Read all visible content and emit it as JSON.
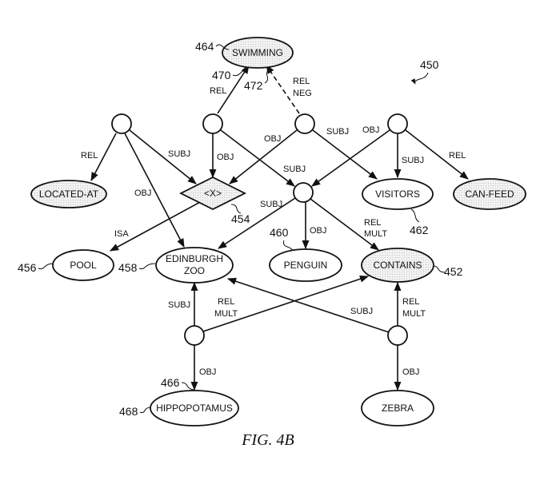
{
  "figure": {
    "caption": "FIG. 4B",
    "overall_ref": "450"
  },
  "colors": {
    "ink": "#111111",
    "shaded_fill": "#e8e8e8",
    "plain_fill": "#ffffff"
  },
  "concepts": {
    "swimming": {
      "label": "SWIMMING",
      "ref": "464",
      "shaded": true
    },
    "located_at": {
      "label": "LOCATED-AT",
      "shaded": true
    },
    "x": {
      "label": "<X>",
      "ref": "454",
      "shaded": true
    },
    "visitors": {
      "label": "VISITORS",
      "ref": "462",
      "shaded": false
    },
    "can_feed": {
      "label": "CAN-FEED",
      "shaded": true
    },
    "pool": {
      "label": "POOL",
      "ref": "456",
      "shaded": false
    },
    "edinburgh_zoo": {
      "label_line1": "EDINBURGH",
      "label_line2": "ZOO",
      "ref": "458",
      "shaded": false
    },
    "penguin": {
      "label": "PENGUIN",
      "ref": "460",
      "shaded": false
    },
    "contains": {
      "label": "CONTAINS",
      "ref": "452",
      "shaded": true
    },
    "hippopotamus": {
      "label": "HIPPOPOTAMUS",
      "ref": "468",
      "shaded": false
    },
    "zebra": {
      "label": "ZEBRA",
      "shaded": false
    }
  },
  "edge_refs": {
    "rel_swimming": "470",
    "neg_swimming": "472",
    "hippo_obj": "466"
  },
  "edge_labels": {
    "c2_swim": "REL",
    "c3_swim_1": "REL",
    "c3_swim_2": "NEG",
    "c1_located": "REL",
    "c1_x": "SUBJ",
    "c1_zoo": "OBJ",
    "c2_x": "OBJ",
    "c2_c5": "SUBJ",
    "c3_x": "OBJ",
    "c3_visitors": "SUBJ",
    "c4_c5": "OBJ",
    "c4_visitors": "SUBJ",
    "c4_canfeed": "REL",
    "x_pool": "ISA",
    "c5_zoo": "SUBJ",
    "c5_penguin": "OBJ",
    "c5_contains_1": "REL",
    "c5_contains_2": "MULT",
    "c6_zoo": "SUBJ",
    "c6_contains_1": "REL",
    "c6_contains_2": "MULT",
    "c6_hippo": "OBJ",
    "c7_zoo": "SUBJ",
    "c7_contains_1": "REL",
    "c7_contains_2": "MULT",
    "c7_zebra": "OBJ"
  }
}
